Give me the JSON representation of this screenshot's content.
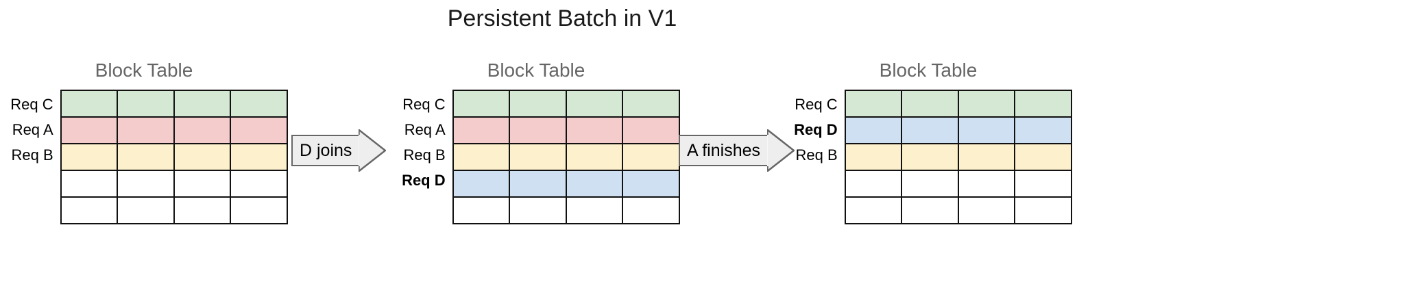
{
  "title": "Persistent Batch in V1",
  "colors": {
    "green": "#d5e8d4",
    "pink": "#f4cccc",
    "yellow": "#fdf0cd",
    "blue": "#cfe0f3",
    "border": "#111111",
    "title_gray": "#666666",
    "arrow_fill": "#eeeeee",
    "arrow_stroke": "#666666"
  },
  "table_shape": {
    "columns": 4,
    "rows": 5
  },
  "stages": [
    {
      "id": "stage-1",
      "heading": "Block Table",
      "rows": [
        {
          "label": "Req C",
          "color": "green",
          "highlight": false,
          "empty": false
        },
        {
          "label": "Req A",
          "color": "pink",
          "highlight": false,
          "empty": false
        },
        {
          "label": "Req B",
          "color": "yellow",
          "highlight": false,
          "empty": false
        },
        {
          "label": "",
          "color": "none",
          "highlight": false,
          "empty": true
        },
        {
          "label": "",
          "color": "none",
          "highlight": false,
          "empty": true
        }
      ]
    },
    {
      "id": "stage-2",
      "heading": "Block Table",
      "rows": [
        {
          "label": "Req C",
          "color": "green",
          "highlight": false,
          "empty": false
        },
        {
          "label": "Req A",
          "color": "pink",
          "highlight": false,
          "empty": false
        },
        {
          "label": "Req B",
          "color": "yellow",
          "highlight": false,
          "empty": false
        },
        {
          "label": "Req D",
          "color": "blue",
          "highlight": true,
          "empty": false
        },
        {
          "label": "",
          "color": "none",
          "highlight": false,
          "empty": true
        }
      ]
    },
    {
      "id": "stage-3",
      "heading": "Block Table",
      "rows": [
        {
          "label": "Req C",
          "color": "green",
          "highlight": false,
          "empty": false
        },
        {
          "label": "Req D",
          "color": "blue",
          "highlight": true,
          "empty": false
        },
        {
          "label": "Req B",
          "color": "yellow",
          "highlight": false,
          "empty": false
        },
        {
          "label": "",
          "color": "none",
          "highlight": false,
          "empty": true
        },
        {
          "label": "",
          "color": "none",
          "highlight": false,
          "empty": true
        }
      ]
    }
  ],
  "arrows": [
    {
      "id": "arrow-d-joins",
      "label": "D joins",
      "icon": "block-arrow-right-icon"
    },
    {
      "id": "arrow-a-finishes",
      "label": "A finishes",
      "icon": "block-arrow-right-icon"
    }
  ]
}
